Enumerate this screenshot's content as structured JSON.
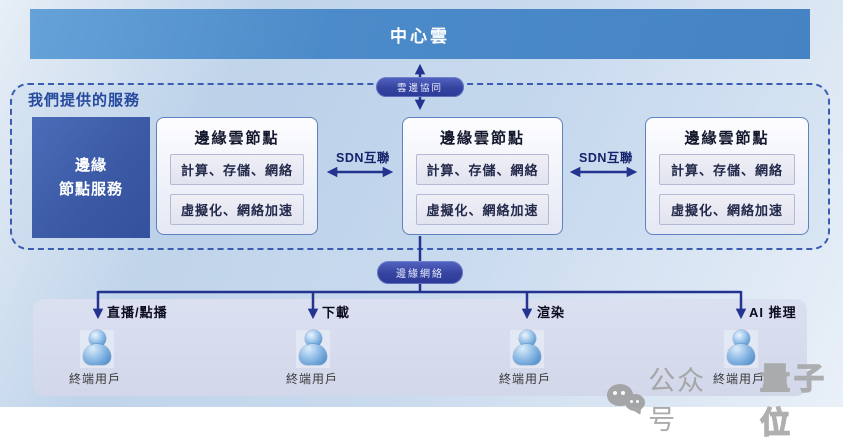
{
  "colors": {
    "accent_navy": "#23338f",
    "bar_blue": "#4a86c4",
    "dark_box_blue": "#3a58a4",
    "dashed_border_blue": "#3a5db2",
    "bottom_panel_lavender": "#d5daed",
    "watermark_gray": "#9d9d9d"
  },
  "top_bar": {
    "label": "中心雲"
  },
  "connectors": {
    "cloud_edge_pill": "雲邊協同",
    "edge_network_pill": "邊緣網絡",
    "sdn_label_1": "SDN互聯",
    "sdn_label_2": "SDN互聯"
  },
  "services_container": {
    "label": "我們提供的服務",
    "edge_node_service": {
      "line1": "邊緣",
      "line2": "節點服務"
    },
    "nodes": [
      {
        "title": "邊緣雲節點",
        "items": [
          "計算、存儲、網絡",
          "虛擬化、網絡加速"
        ]
      },
      {
        "title": "邊緣雲節點",
        "items": [
          "計算、存儲、網絡",
          "虛擬化、網絡加速"
        ]
      },
      {
        "title": "邊緣雲節點",
        "items": [
          "計算、存儲、網絡",
          "虛擬化、網絡加速"
        ]
      }
    ]
  },
  "bottom": {
    "scenarios": [
      "直播/點播",
      "下載",
      "渲染",
      "AI 推理"
    ],
    "user_label": "終端用戶"
  },
  "icons": {
    "user": "user-icon",
    "wechat": "wechat-icon"
  },
  "watermark": {
    "text1": "公众号",
    "text2": "量子位"
  }
}
